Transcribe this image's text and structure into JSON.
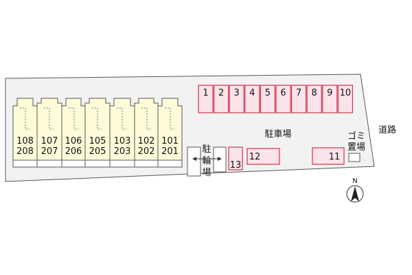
{
  "map": {
    "building_units": [
      {
        "upper": "108",
        "lower": "208"
      },
      {
        "upper": "107",
        "lower": "207"
      },
      {
        "upper": "106",
        "lower": "206"
      },
      {
        "upper": "105",
        "lower": "205"
      },
      {
        "upper": "103",
        "lower": "203"
      },
      {
        "upper": "102",
        "lower": "202"
      },
      {
        "upper": "101",
        "lower": "201"
      }
    ],
    "parking_row": [
      "1",
      "2",
      "3",
      "4",
      "5",
      "6",
      "7",
      "8",
      "9",
      "10"
    ],
    "parking_extra": {
      "p11": "11",
      "p12": "12",
      "p13": "13"
    },
    "labels": {
      "parking_lot": "駐車場",
      "bicycle_parking": [
        "駐",
        "輪",
        "場"
      ],
      "garbage_area": [
        "ゴミ",
        "置場"
      ],
      "road": "道路",
      "compass_north": "N"
    },
    "colors": {
      "parking_fill": "#fbe3ea",
      "parking_stroke": "#d0334f",
      "building_fill": "#fffbd9",
      "site_fill": "#f2f2f2",
      "outline": "#555555"
    }
  }
}
